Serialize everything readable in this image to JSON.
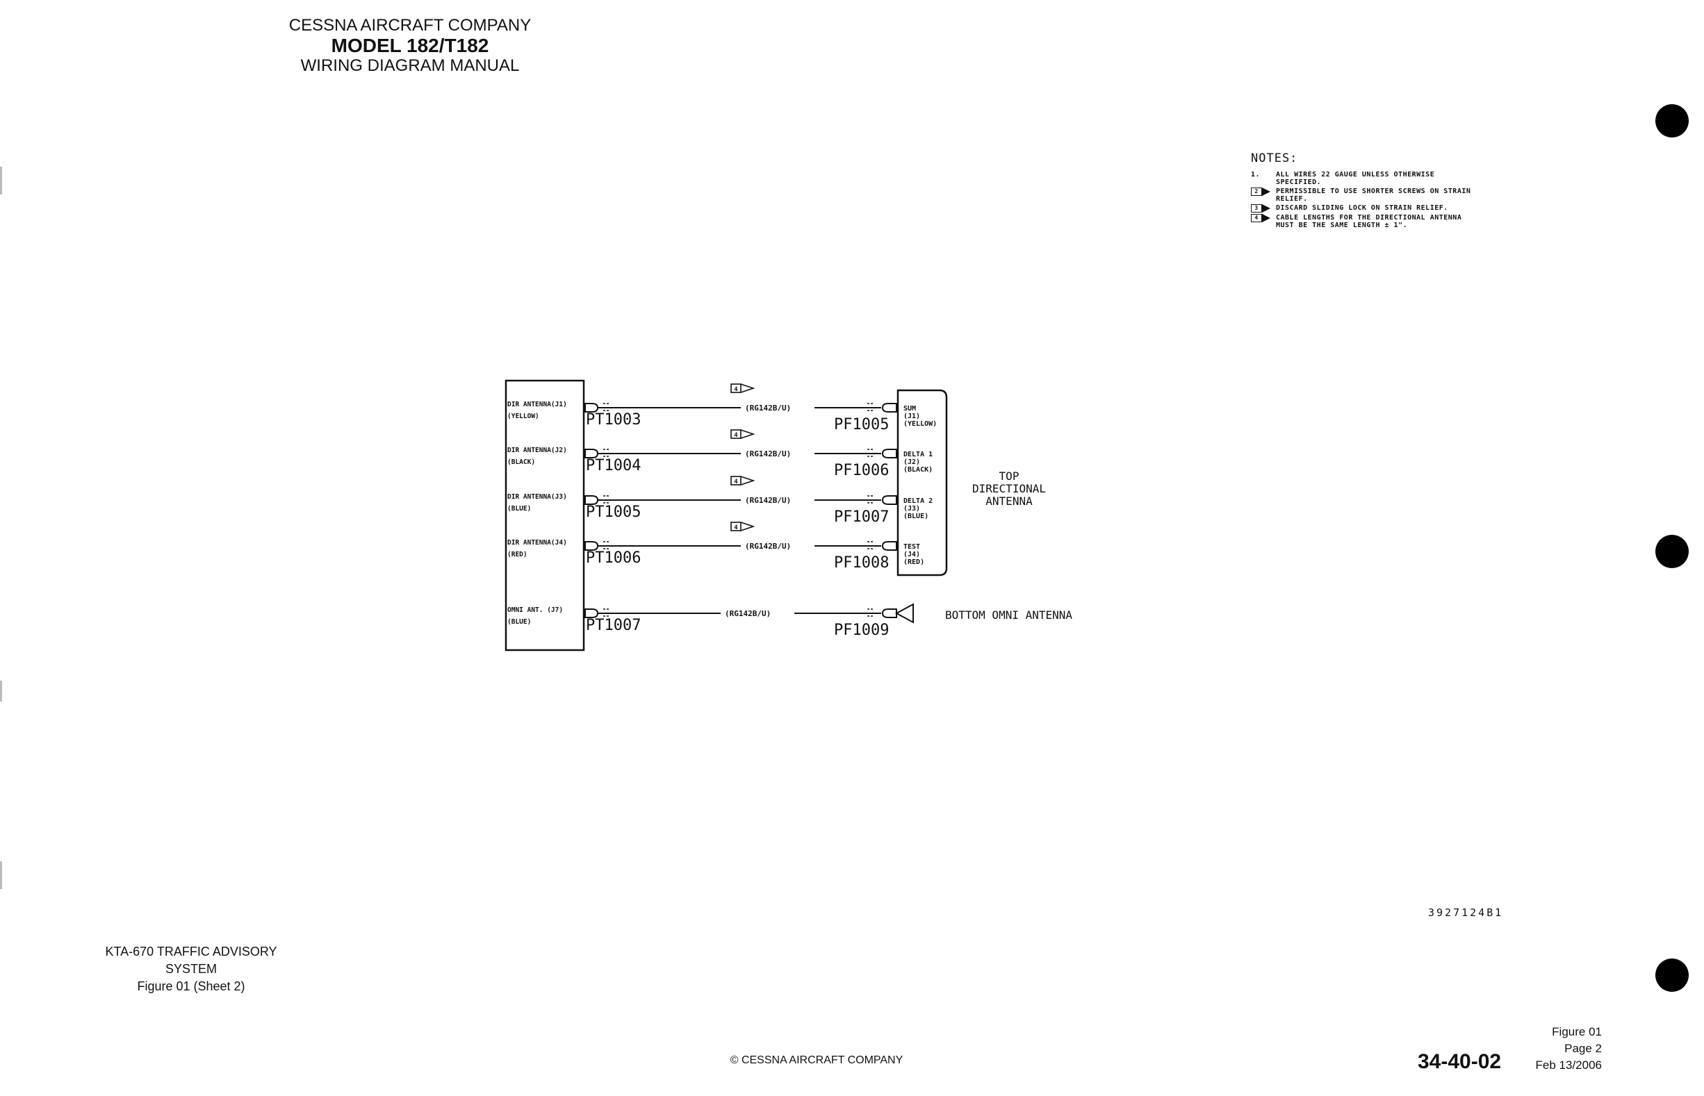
{
  "header": {
    "company": "CESSNA AIRCRAFT COMPANY",
    "model": "MODEL 182/T182",
    "manual": "WIRING DIAGRAM MANUAL"
  },
  "notes": {
    "title": "NOTES:",
    "items": [
      {
        "marker": "1.",
        "text": "ALL WIRES 22 GAUGE UNLESS OTHERWISE SPECIFIED."
      },
      {
        "marker": "2",
        "text": "PERMISSIBLE TO USE SHORTER SCREWS ON STRAIN RELIEF."
      },
      {
        "marker": "3",
        "text": "DISCARD SLIDING LOCK ON STRAIN RELIEF."
      },
      {
        "marker": "4",
        "text": "CABLE LENGTHS FOR THE DIRECTIONAL ANTENNA MUST BE THE SAME LENGTH ± 1\"."
      }
    ]
  },
  "diagram": {
    "left_unit_pins": [
      {
        "name": "DIR ANTENNA(J1)",
        "color": "(YELLOW)",
        "connector": "PT1003"
      },
      {
        "name": "DIR ANTENNA(J2)",
        "color": "(BLACK)",
        "connector": "PT1004"
      },
      {
        "name": "DIR ANTENNA(J3)",
        "color": "(BLUE)",
        "connector": "PT1005"
      },
      {
        "name": "DIR ANTENNA(J4)",
        "color": "(RED)",
        "connector": "PT1006"
      },
      {
        "name": "OMNI ANT. (J7)",
        "color": "(BLUE)",
        "connector": "PT1007"
      }
    ],
    "cables": [
      {
        "label": "(RG142B/U)",
        "flag": "4",
        "far_connector": "PF1005",
        "pin": "SUM",
        "jack": "(J1)",
        "color": "(YELLOW)"
      },
      {
        "label": "(RG142B/U)",
        "flag": "4",
        "far_connector": "PF1006",
        "pin": "DELTA 1",
        "jack": "(J2)",
        "color": "(BLACK)"
      },
      {
        "label": "(RG142B/U)",
        "flag": "4",
        "far_connector": "PF1007",
        "pin": "DELTA 2",
        "jack": "(J3)",
        "color": "(BLUE)"
      },
      {
        "label": "(RG142B/U)",
        "flag": "4",
        "far_connector": "PF1008",
        "pin": "TEST",
        "jack": "(J4)",
        "color": "(RED)"
      },
      {
        "label": "(RG142B/U)",
        "flag": "",
        "far_connector": "PF1009",
        "pin": "",
        "jack": "",
        "color": ""
      }
    ],
    "top_antenna_label": [
      "TOP",
      "DIRECTIONAL",
      "ANTENNA"
    ],
    "bottom_antenna_label": "BOTTOM OMNI ANTENNA"
  },
  "drawing_number": "3927124B1",
  "footer": {
    "system_title": "KTA-670 TRAFFIC ADVISORY SYSTEM",
    "figure_ref": "Figure 01 (Sheet 2)",
    "copyright": "© CESSNA AIRCRAFT COMPANY",
    "doc_number": "34-40-02",
    "figure": "Figure 01",
    "page": "Page 2",
    "date": "Feb 13/2006"
  },
  "colors": {
    "ink": "#111111",
    "hole": "#000000",
    "paper": "#ffffff"
  }
}
